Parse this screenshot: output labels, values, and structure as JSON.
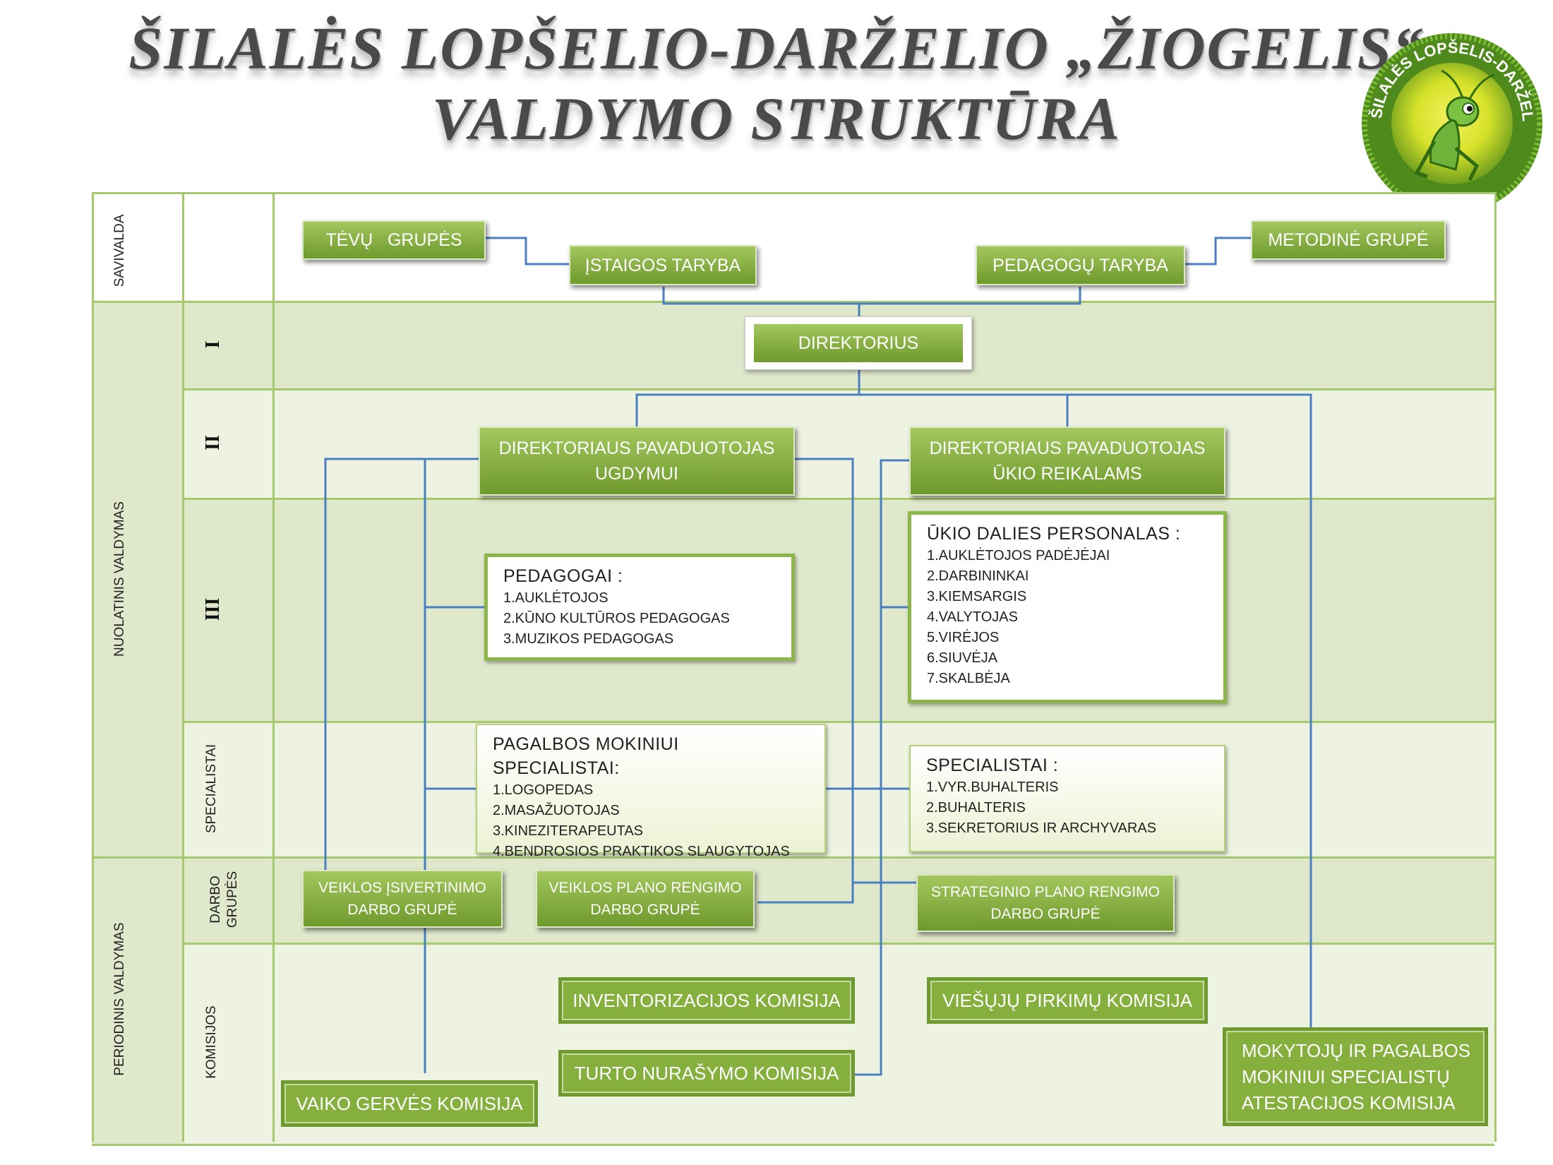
{
  "title": {
    "line1": "ŠILALĖS LOPŠELIO-DARŽELIO „ŽIOGELIS“",
    "line2": "VALDYMO STRUKTŪRA"
  },
  "logo": {
    "text": "ŠILALĖS LOPŠELIS-DARŽELIS „ŽIOGELIS“"
  },
  "sections": {
    "savivalda": "SAVIVALDA",
    "nuolatinis": "NUOLATINIS VALDYMAS",
    "periodinis": "PERIODINIS VALDYMAS"
  },
  "levels": {
    "l1": "I",
    "l2": "II",
    "l3": "III",
    "specialistai": "SPECIALISTAI",
    "darbo_grupes": [
      "DARBO",
      "GRUPĖS"
    ],
    "komisijos": "KOMISIJOS"
  },
  "nodes": {
    "tevu_grupes": "TĖVŲ   GRUPĖS",
    "istaigos_taryba": "ĮSTAIGOS TARYBA",
    "pedagogu_taryba": "PEDAGOGŲ TARYBA",
    "metodine_grupe": "METODINĖ GRUPĖ",
    "direktorius": "DIREKTORIUS",
    "pav_ugdymui": [
      "DIREKTORIAUS PAVADUOTOJAS",
      "UGDYMUI"
    ],
    "pav_ukio": [
      "DIREKTORIAUS PAVADUOTOJAS",
      "ŪKIO REIKALAMS"
    ],
    "pedagogai": {
      "title": "PEDAGOGAI :",
      "items": [
        "1.AUKLĖTOJOS",
        "2.KŪNO KULTŪROS PEDAGOGAS",
        "3.MUZIKOS PEDAGOGAS"
      ]
    },
    "ukio_personalas": {
      "title": "ŪKIO DALIES PERSONALAS :",
      "items": [
        "1.AUKLĖTOJOS PADĖJĖJAI",
        "2.DARBININKAI",
        "3.KIEMSARGIS",
        "4.VALYTOJAS",
        "5.VIRĖJOS",
        "6.SIUVĖJA",
        "7.SKALBĖJA"
      ]
    },
    "pagalbos_specialistai": {
      "title": "PAGALBOS MOKINIUI SPECIALISTAI:",
      "items": [
        "1.LOGOPEDAS",
        "2.MASAŽUOTOJAS",
        "3.KINEZITERAPEUTAS",
        "4.BENDROSIOS PRAKTIKOS SLAUGYTOJAS"
      ]
    },
    "specialistai": {
      "title": "SPECIALISTAI :",
      "items": [
        "1.VYR.BUHALTERIS",
        "2.BUHALTERIS",
        "3.SEKRETORIUS IR ARCHYVARAS"
      ]
    },
    "veiklos_isivertinimo": [
      "VEIKLOS ĮSIVERTINIMO",
      "DARBO GRUPĖ"
    ],
    "veiklos_plano": [
      "VEIKLOS PLANO RENGIMO",
      "DARBO GRUPĖ"
    ],
    "strateginio_plano": [
      "STRATEGINIO  PLANO RENGIMO",
      "DARBO GRUPĖ"
    ],
    "inventorizacijos": "INVENTORIZACIJOS KOMISIJA",
    "viesuju_pirkimu": "VIEŠŲJŲ PIRKIMŲ KOMISIJA",
    "turto_nurasymo": "TURTO NURAŠYMO KOMISIJA",
    "vaiko_gerves": "VAIKO GERVĖS KOMISIJA",
    "atestacijos": [
      "MOKYTOJŲ IR PAGALBOS",
      "MOKINIUI SPECIALISTŲ",
      "ATESTACIJOS KOMISIJA"
    ]
  },
  "colors": {
    "frame": "#a6c86e",
    "band_dark": "#dfe8cb",
    "band_light": "#eef3e1",
    "connector": "#4a7fc1",
    "node_green": "#86b03e"
  }
}
